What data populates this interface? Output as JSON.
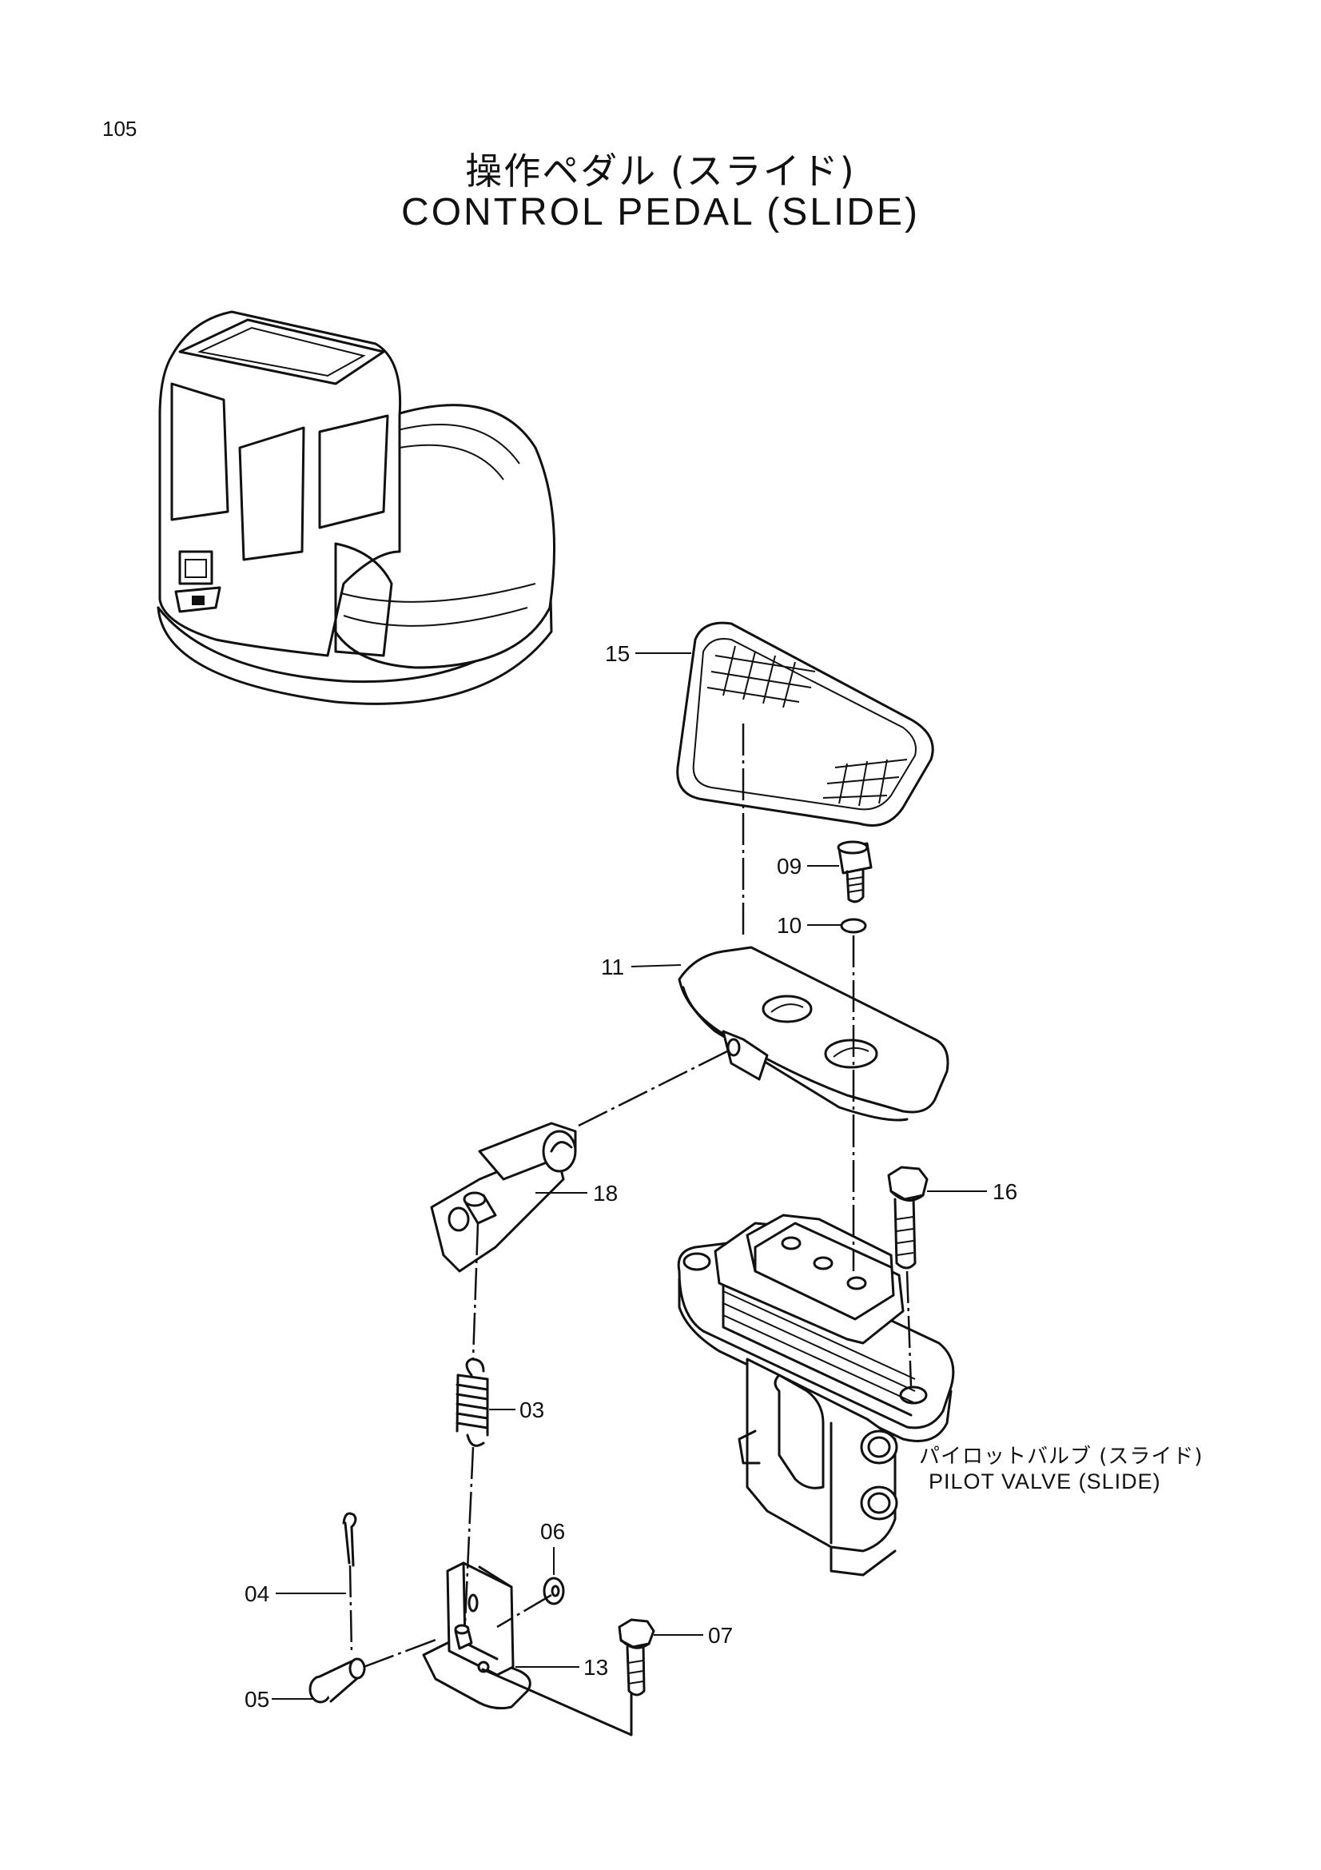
{
  "page_number": "105",
  "title_jp": "操作ペダル (スライド)",
  "title_en": "CONTROL PEDAL (SLIDE)",
  "callouts": [
    {
      "id": "15",
      "text": "15"
    },
    {
      "id": "09",
      "text": "09"
    },
    {
      "id": "10",
      "text": "10"
    },
    {
      "id": "11",
      "text": "11"
    },
    {
      "id": "18",
      "text": "18"
    },
    {
      "id": "16",
      "text": "16"
    },
    {
      "id": "03",
      "text": "03"
    },
    {
      "id": "06",
      "text": "06"
    },
    {
      "id": "04",
      "text": "04"
    },
    {
      "id": "07",
      "text": "07"
    },
    {
      "id": "13",
      "text": "13"
    },
    {
      "id": "05",
      "text": "05"
    }
  ],
  "pilot_valve": {
    "label_jp": "パイロットバルブ (スライド)",
    "label_en": "PILOT VALVE (SLIDE)"
  }
}
